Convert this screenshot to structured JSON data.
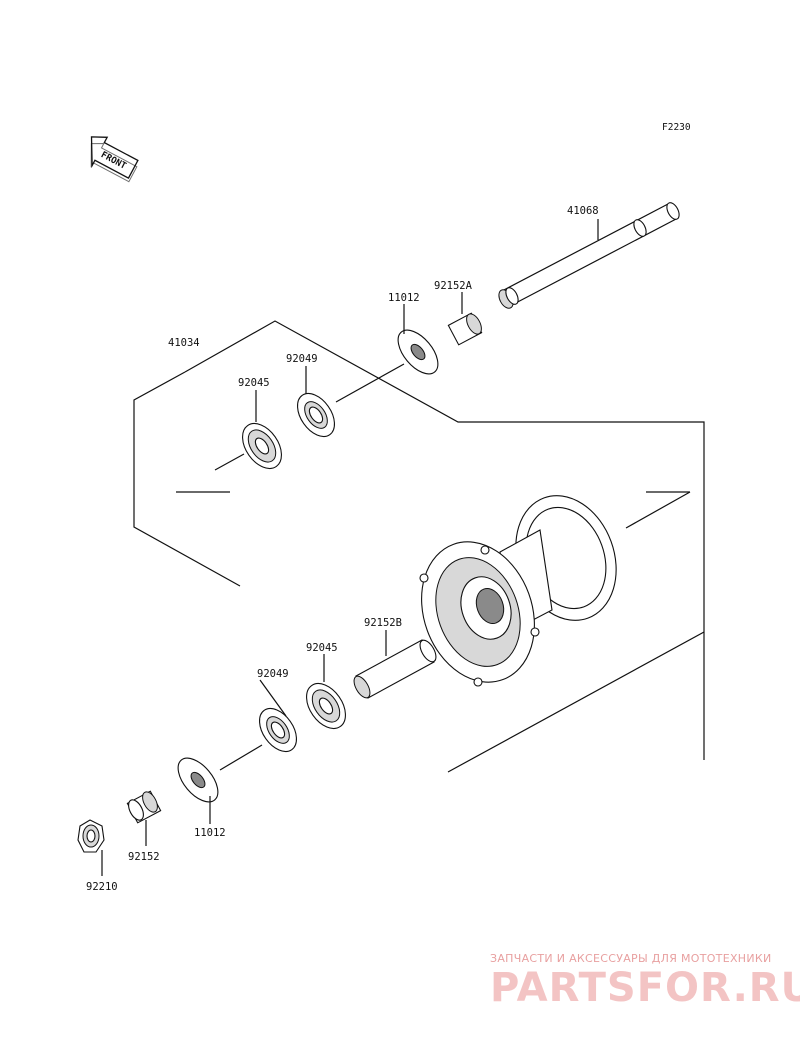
{
  "diagram_code": "F2230",
  "front_label": "FRONT",
  "parts": {
    "axle": "41068",
    "collar_a": "92152A",
    "seal_top": "11012",
    "bearing_set": "41034",
    "oil_seal_top": "92049",
    "bearing_top": "92045",
    "spacer_b": "92152B",
    "bearing_bottom": "92045",
    "oil_seal_bottom": "92049",
    "seal_bottom": "11012",
    "collar": "92152",
    "nut": "92210"
  },
  "watermark": {
    "tagline": "ЗАПЧАСТИ И АКСЕССУАРЫ ДЛЯ МОТОТЕХНИКИ",
    "brand": "PARTSFOR.RU"
  }
}
